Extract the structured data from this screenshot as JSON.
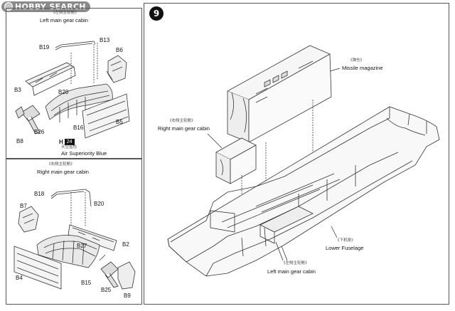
{
  "watermark": {
    "text": "HOBBY SEARCH"
  },
  "step_number": "9",
  "panel_left_main": {
    "cn_title": "《左侧主轮舱》",
    "title": "Left main gear cabin",
    "parts": [
      "B19",
      "B13",
      "B6",
      "B3",
      "B28",
      "B26",
      "B16",
      "B5",
      "B8"
    ],
    "paint": {
      "code": "H",
      "number": "24",
      "cn": "天空蓝色",
      "name": "Air Superiority Blue"
    }
  },
  "panel_right_main": {
    "cn_title": "《右侧主轮舱》",
    "title": "Right main gear cabin",
    "parts": [
      "B18",
      "B20",
      "B7",
      "B2",
      "B27",
      "B4",
      "B15",
      "B25",
      "B9"
    ]
  },
  "main_panel": {
    "missile": {
      "cn": "《弹仓》",
      "label": "Missile magazine"
    },
    "right_cabin": {
      "cn": "《右侧主轮舱》",
      "label": "Right main gear cabin"
    },
    "lower_fuselage": {
      "cn": "《下机身》",
      "label": "Lower Fuselage"
    },
    "left_cabin": {
      "cn": "《左侧主轮舱》",
      "label": "Left main gear cabin"
    }
  }
}
